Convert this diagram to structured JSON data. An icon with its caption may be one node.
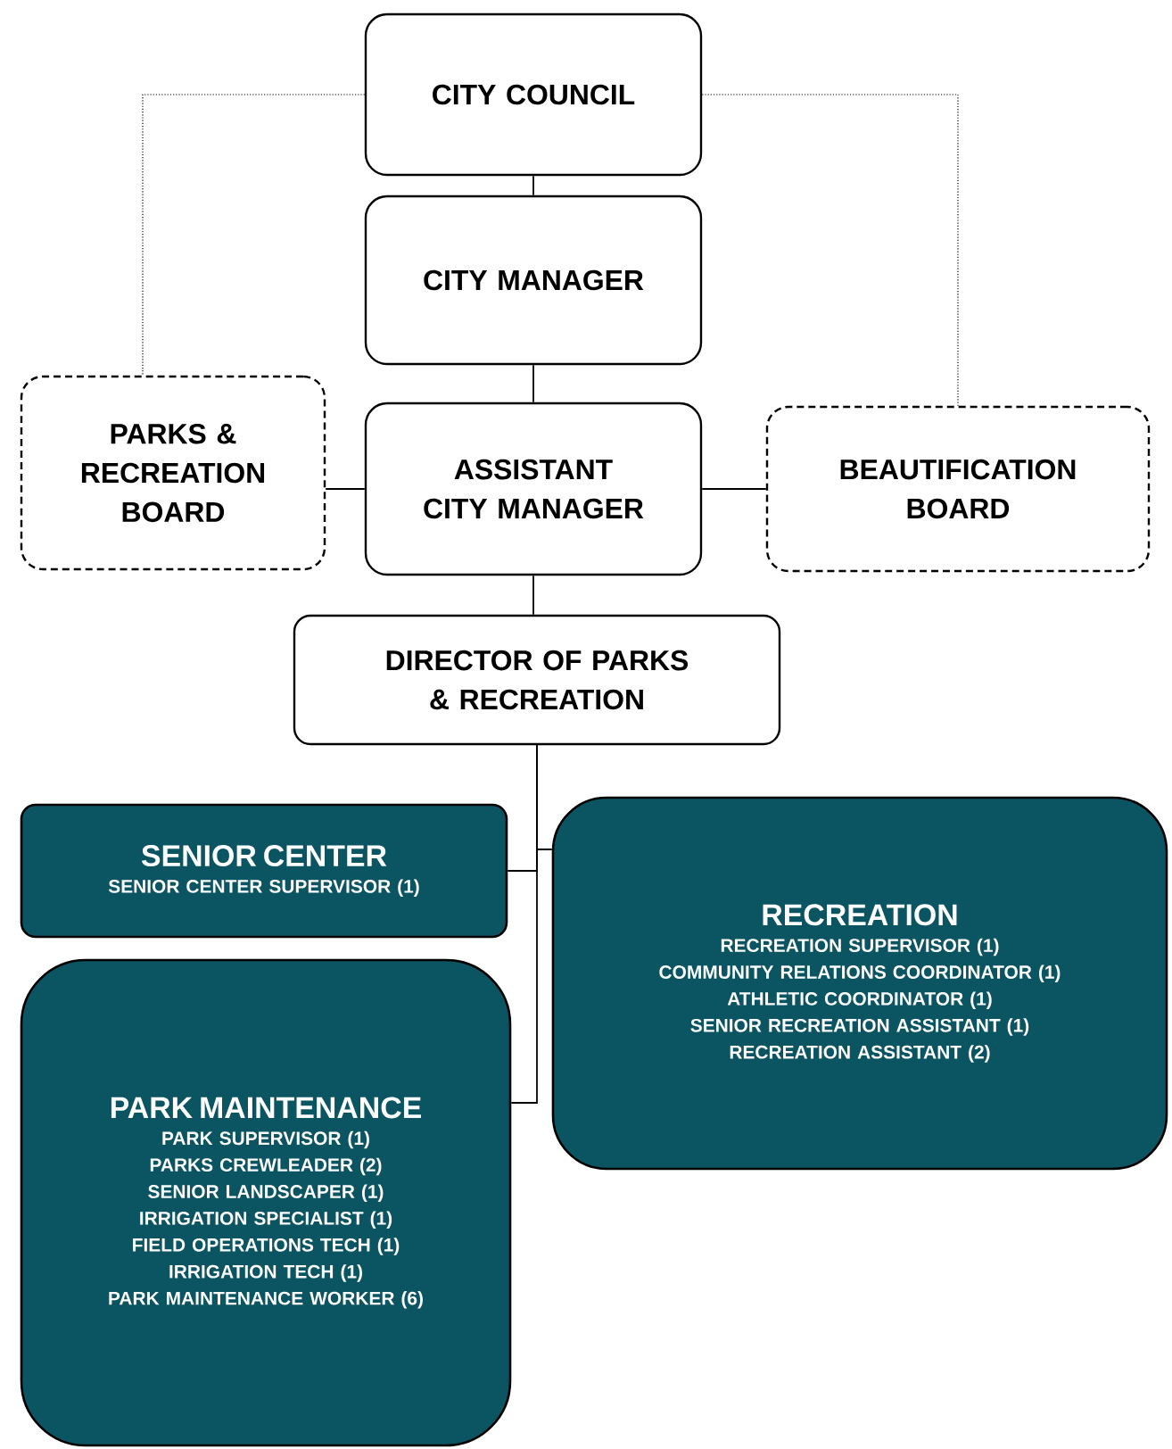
{
  "diagram": {
    "nodes": [
      {
        "text": [
          "CITY COUNCIL"
        ]
      },
      {
        "text": [
          "CITY MANAGER"
        ]
      },
      {
        "text": [
          "PARKS & RECREATION BOARD"
        ]
      },
      {
        "text": [
          "ASSISTANT CITY MANAGER"
        ]
      },
      {
        "text": [
          "BEAUTIFICATION BOARD"
        ]
      },
      {
        "text": [
          "DIRECTOR OF PARKS & RECREATION"
        ]
      },
      {
        "text": [
          "SENIOR CENTER",
          "SENIOR CENTER SUPERVISOR (1)"
        ]
      },
      {
        "text": [
          "RECREATION",
          "RECREATION SUPERVISOR (1)",
          "COMMUNITY RELATIONS COORDINATOR (1)",
          "ATHLETIC COORDINATOR (1)",
          "SENIOR RECREATION ASSISTANT (1)",
          "RECREATION ASSISTANT (2)"
        ]
      },
      {
        "text": [
          "PARK MAINTENANCE",
          "PARK SUPERVISOR (1)",
          "PARKS CREWLEADER (2)",
          "SENIOR LANDSCAPER (1)",
          "IRRIGATION SPECIALIST (1)",
          "FIELD OPERATIONS TECH (1)",
          "IRRIGATION TECH (1)",
          "PARK MAINTENANCE WORKER (6)"
        ]
      }
    ],
    "edges": [
      {
        "from": 0,
        "to": 1,
        "arrow": "none"
      },
      {
        "from": 1,
        "to": 3,
        "arrow": "none"
      },
      {
        "from": 3,
        "to": 2,
        "arrow": "none"
      },
      {
        "from": 3,
        "to": 4,
        "arrow": "none"
      },
      {
        "from": 0,
        "to": 2,
        "arrow": "none",
        "style": "dashed"
      },
      {
        "from": 0,
        "to": 4,
        "arrow": "none",
        "style": "dashed"
      },
      {
        "from": 3,
        "to": 5,
        "arrow": "none"
      },
      {
        "from": 5,
        "to": 6,
        "arrow": "none"
      },
      {
        "from": 5,
        "to": 7,
        "arrow": "none"
      },
      {
        "from": 5,
        "to": 8,
        "arrow": "none"
      }
    ]
  }
}
